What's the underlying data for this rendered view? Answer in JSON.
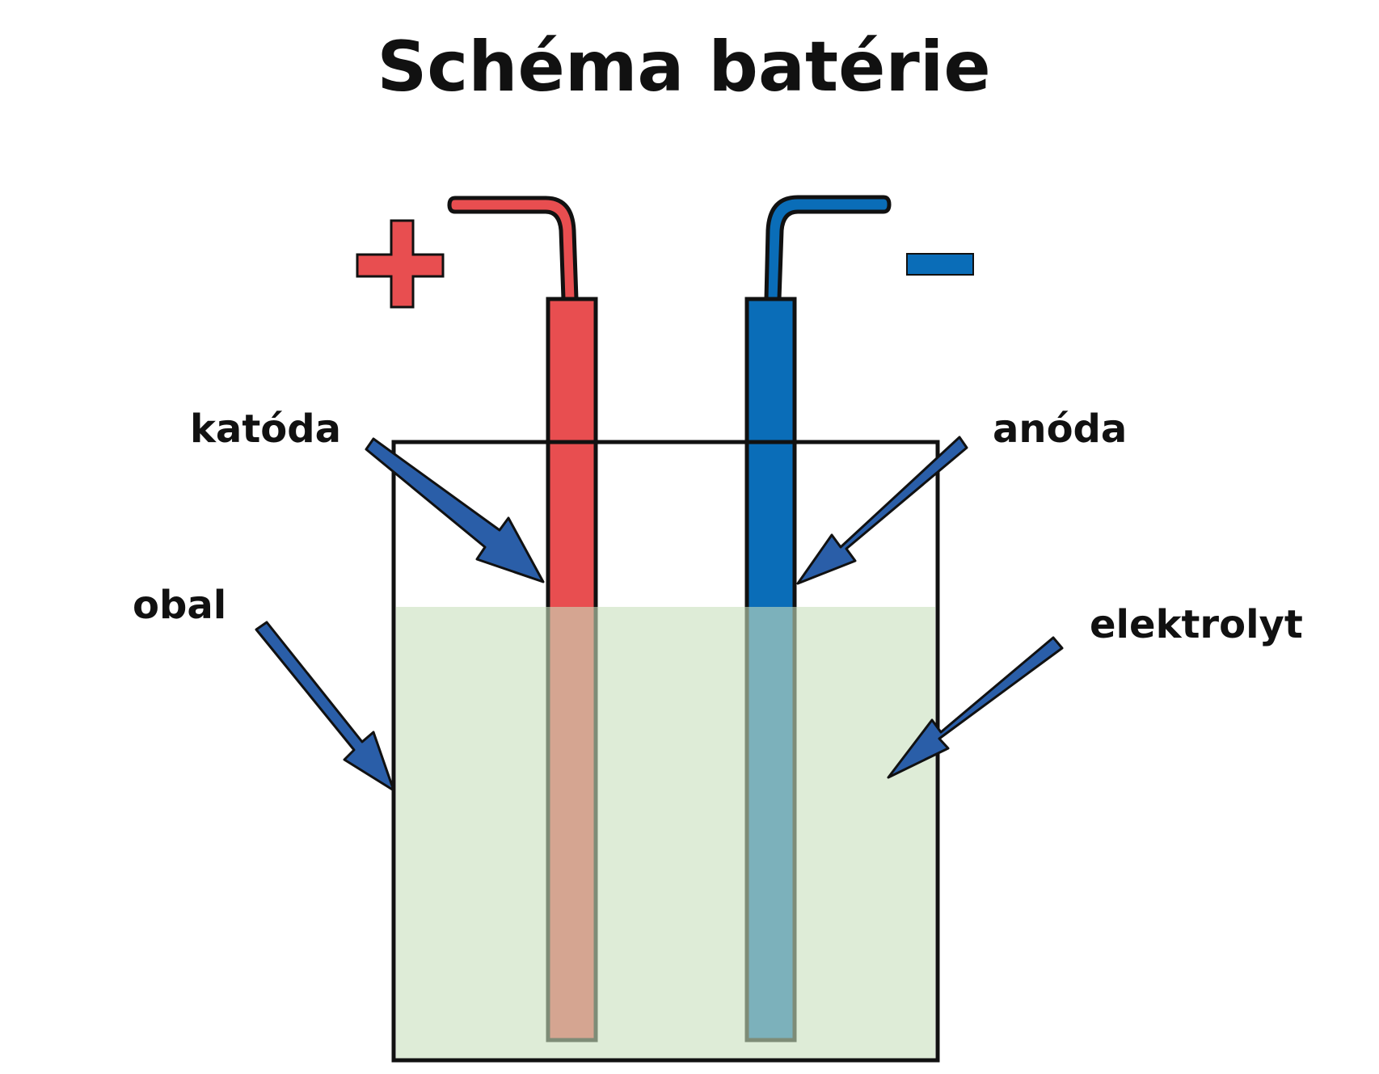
{
  "title": "Schéma batérie",
  "labels": {
    "cathode": "katóda",
    "anode": "anóda",
    "casing": "obal",
    "electrolyte": "elektrolyt"
  },
  "symbols": {
    "plus": "positive-terminal-icon",
    "minus": "negative-terminal-icon"
  },
  "colors": {
    "cathode": "#e84e50",
    "anode": "#0a6db8",
    "electrolyte": "#c8e0bd",
    "arrow": "#2a5ea8",
    "outline": "#111111"
  }
}
